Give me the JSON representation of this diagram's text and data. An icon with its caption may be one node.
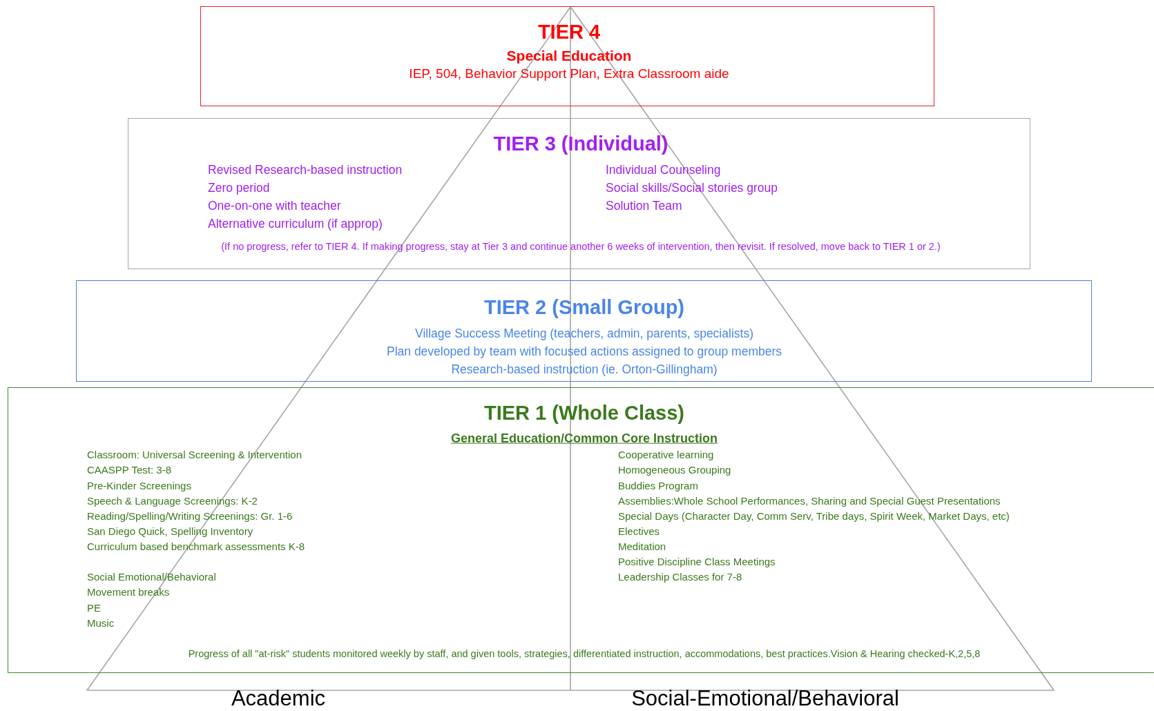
{
  "diagram": {
    "nodes": [
      {
        "text": [
          "TIER 4",
          "Special Education",
          "IEP, 504, Behavior Support Plan, Extra Classroom aide"
        ]
      },
      {
        "text": [
          "TIER 3 (Individual)",
          "Revised Research-based instruction",
          "Zero period",
          "One-on-one with teacher",
          "Alternative curriculum (if approp)",
          "Individual Counseling",
          "Social skills/Social stories group",
          "Solution Team",
          "(If no progress, refer to TIER 4. If making progress, stay at Tier 3 and continue another 6 weeks of intervention, then revisit. If resolved, move back to TIER 1 or 2.)"
        ]
      },
      {
        "text": [
          "TIER 2 (Small Group)",
          "Village Success Meeting (teachers, admin, parents, specialists)",
          "Plan developed by team with focused actions assigned to group members",
          "Research-based instruction (ie. Orton-Gillingham)"
        ]
      },
      {
        "text": [
          "TIER 1 (Whole Class)",
          "General Education/Common Core Instruction",
          "Classroom: Universal Screening & Intervention",
          "CAASPP Test: 3-8",
          "Pre-Kinder Screenings",
          "Speech & Language Screenings: K-2",
          "Reading/Spelling/Writing Screenings: Gr. 1-6",
          "San Diego Quick, Spelling Inventory",
          "Curriculum based benchmark assessments K-8",
          "Social Emotional/Behavioral",
          "Movement breaks",
          "PE",
          "Music",
          "Cooperative learning",
          "Homogeneous Grouping",
          "Buddies Program",
          "Assemblies:Whole School Performances, Sharing and Special Guest Presentations",
          "Special Days (Character Day, Comm Serv, Tribe days, Spirit Week, Market Days, etc)",
          "Electives",
          "Meditation",
          "Positive Discipline Class Meetings",
          "Leadership Classes for 7-8",
          "Progress of all \"at-risk\" students monitored weekly by staff, and  given tools, strategies, differentiated instruction, accommodations, best practices.Vision & Hearing checked-K,2,5,8"
        ]
      }
    ],
    "edges": [],
    "labels": [
      "Academic",
      "Social-Emotional/Behavioral"
    ]
  }
}
